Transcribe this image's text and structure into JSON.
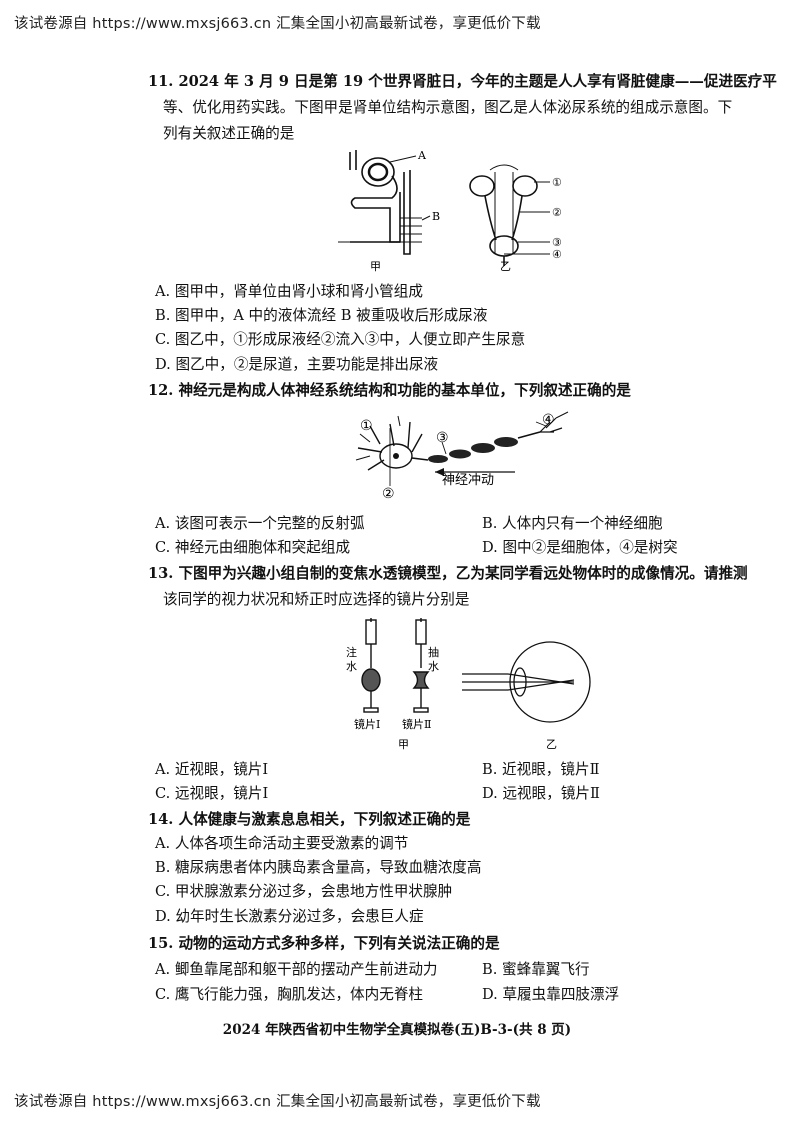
{
  "banner": "该试卷源自 https://www.mxsj663.cn 汇集全国小初高最新试卷，享更低价下载",
  "q11": {
    "stem1": "11. 2024 年 3 月 9 日是第 19 个世界肾脏日，今年的主题是人人享有肾脏健康——促进医疗平",
    "stem2": "等、优化用药实践。下图甲是肾单位结构示意图，图乙是人体泌尿系统的组成示意图。下",
    "stem3": "列有关叙述正确的是",
    "fig_jia": {
      "label_a": "A",
      "label_b": "B",
      "caption": "甲"
    },
    "fig_yi": {
      "m1": "①",
      "m2": "②",
      "m3": "③",
      "m4": "④",
      "caption": "乙"
    },
    "optA": "A. 图甲中，肾单位由肾小球和肾小管组成",
    "optB": "B. 图甲中，A 中的液体流经 B 被重吸收后形成尿液",
    "optC": "C. 图乙中，①形成尿液经②流入③中，人便立即产生尿意",
    "optD": "D. 图乙中，②是尿道，主要功能是排出尿液"
  },
  "q12": {
    "stem": "12. 神经元是构成人体神经系统结构和功能的基本单位，下列叙述正确的是",
    "fig": {
      "m1": "①",
      "m2": "②",
      "m3": "③",
      "m4": "④",
      "impulse": "神经冲动"
    },
    "optA": "A. 该图可表示一个完整的反射弧",
    "optB": "B. 人体内只有一个神经细胞",
    "optC": "C. 神经元由细胞体和突起组成",
    "optD": "D. 图中②是细胞体，④是树突"
  },
  "q13": {
    "stem1": "13. 下图甲为兴趣小组自制的变焦水透镜模型，乙为某同学看远处物体时的成像情况。请推测",
    "stem2": "该同学的视力状况和矫正时应选择的镜片分别是",
    "fig": {
      "inject1": "注",
      "inject2": "水",
      "draw1": "抽",
      "draw2": "水",
      "lens1": "镜片Ⅰ",
      "lens2": "镜片Ⅱ",
      "caption_jia": "甲",
      "caption_yi": "乙"
    },
    "optA": "A. 近视眼，镜片Ⅰ",
    "optB": "B. 近视眼，镜片Ⅱ",
    "optC": "C. 远视眼，镜片Ⅰ",
    "optD": "D. 远视眼，镜片Ⅱ"
  },
  "q14": {
    "stem": "14. 人体健康与激素息息相关，下列叙述正确的是",
    "optA": "A. 人体各项生命活动主要受激素的调节",
    "optB": "B. 糖尿病患者体内胰岛素含量高，导致血糖浓度高",
    "optC": "C. 甲状腺激素分泌过多，会患地方性甲状腺肿",
    "optD": "D. 幼年时生长激素分泌过多，会患巨人症"
  },
  "q15": {
    "stem": "15. 动物的运动方式多种多样，下列有关说法正确的是",
    "optA": "A. 鲫鱼靠尾部和躯干部的摆动产生前进动力",
    "optB": "B. 蜜蜂靠翼飞行",
    "optC": "C. 鹰飞行能力强，胸肌发达，体内无脊柱",
    "optD": "D. 草履虫靠四肢漂浮"
  },
  "footer": "2024 年陕西省初中生物学全真模拟卷(五)B-3-(共 8 页)"
}
